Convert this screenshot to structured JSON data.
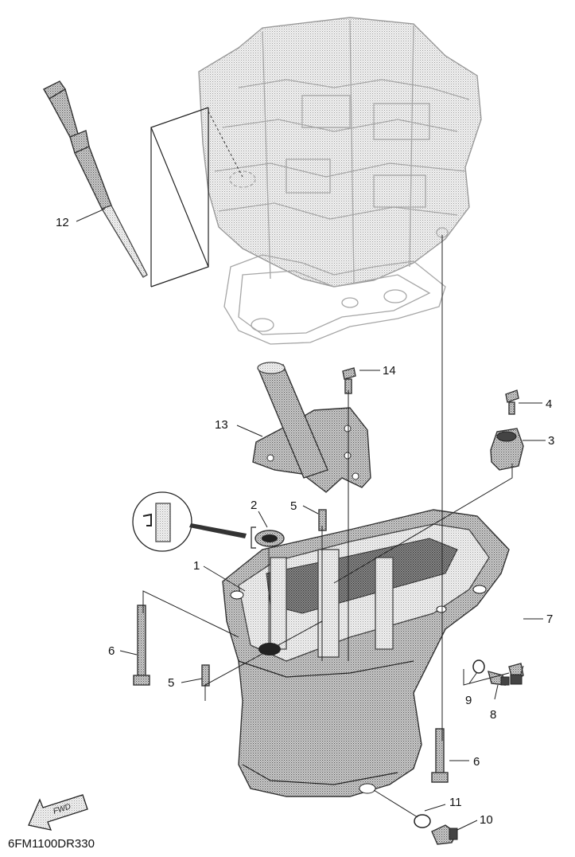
{
  "figure_code": "6FM1100DR330",
  "callouts": [
    {
      "id": "c1",
      "label": "1"
    },
    {
      "id": "c2",
      "label": "2"
    },
    {
      "id": "c3",
      "label": "3"
    },
    {
      "id": "c4",
      "label": "4"
    },
    {
      "id": "c5a",
      "label": "5"
    },
    {
      "id": "c5b",
      "label": "5"
    },
    {
      "id": "c6a",
      "label": "6"
    },
    {
      "id": "c6b",
      "label": "6"
    },
    {
      "id": "c7",
      "label": "7"
    },
    {
      "id": "c8",
      "label": "8"
    },
    {
      "id": "c9",
      "label": "9"
    },
    {
      "id": "c10",
      "label": "10"
    },
    {
      "id": "c11",
      "label": "11"
    },
    {
      "id": "c12",
      "label": "12"
    },
    {
      "id": "c13",
      "label": "13"
    },
    {
      "id": "c14",
      "label": "14"
    }
  ],
  "fwd_arrow_text": "FWD"
}
